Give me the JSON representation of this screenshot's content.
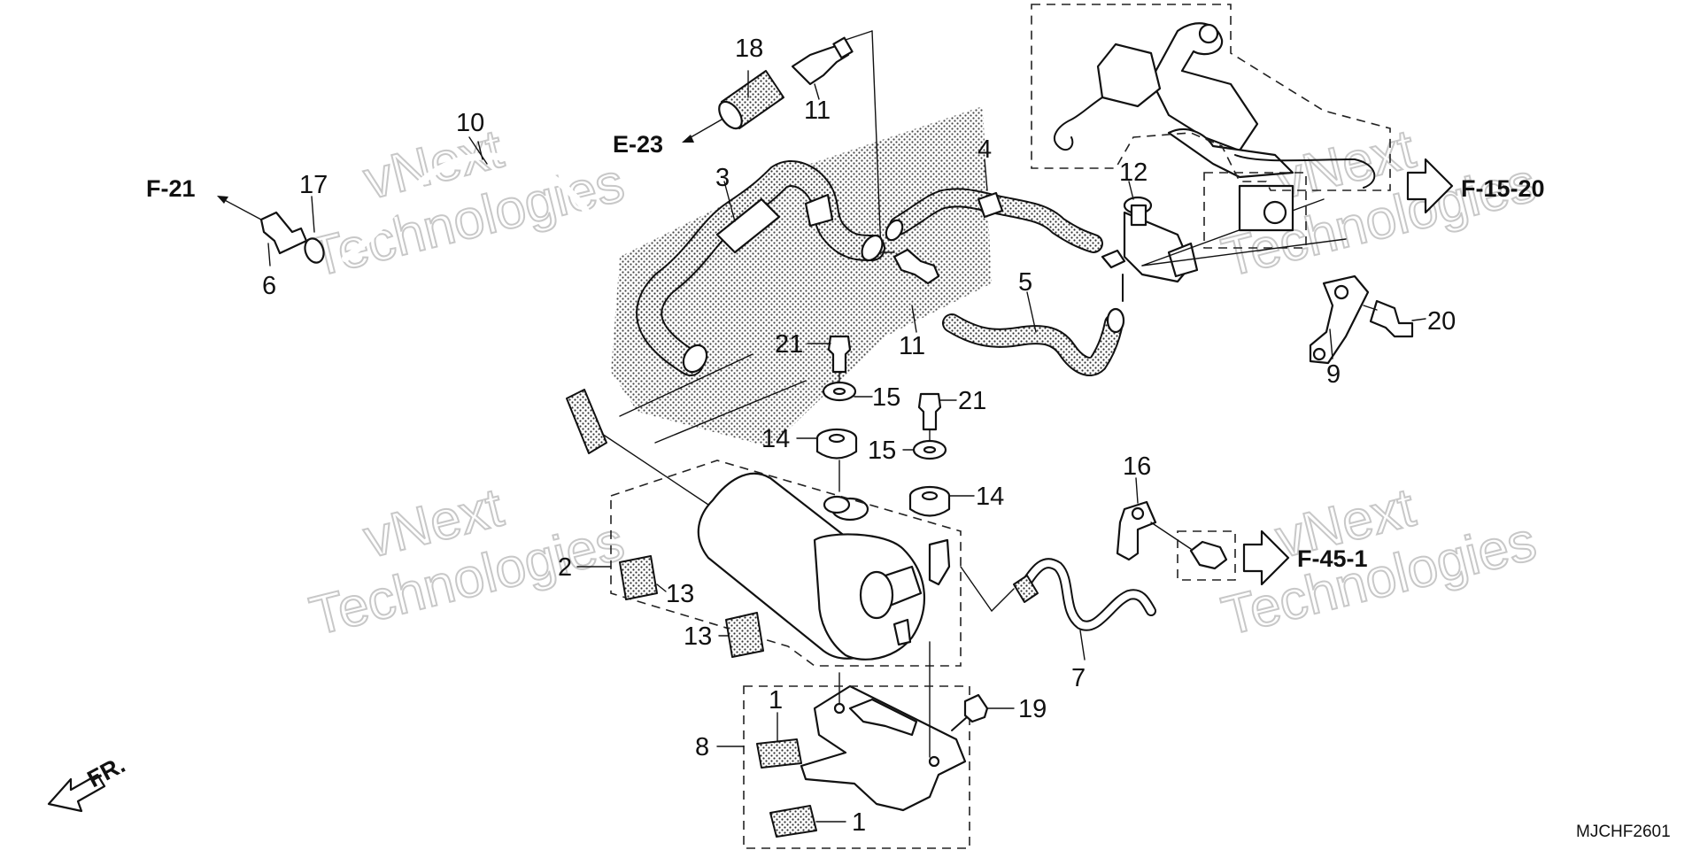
{
  "part_numbers": {
    "p1a": "1",
    "p1b": "1",
    "p2": "2",
    "p3": "3",
    "p4": "4",
    "p5": "5",
    "p6": "6",
    "p7": "7",
    "p8": "8",
    "p9": "9",
    "p10": "10",
    "p11a": "11",
    "p11b": "11",
    "p12": "12",
    "p13a": "13",
    "p13b": "13",
    "p14a": "14",
    "p14b": "14",
    "p15a": "15",
    "p15b": "15",
    "p16": "16",
    "p17": "17",
    "p18": "18",
    "p19": "19",
    "p20": "20",
    "p21a": "21",
    "p21b": "21"
  },
  "references": {
    "f21": "F-21",
    "e23": "E-23",
    "f1520": "F-15-20",
    "f451": "F-45-1"
  },
  "front_label": "FR.",
  "diagram_code": "MJCHF2601",
  "watermark": {
    "line1": "vNext",
    "line2": "Technologies"
  },
  "colors": {
    "line": "#111111",
    "watermark": "#c8c8c8",
    "background": "#ffffff"
  }
}
